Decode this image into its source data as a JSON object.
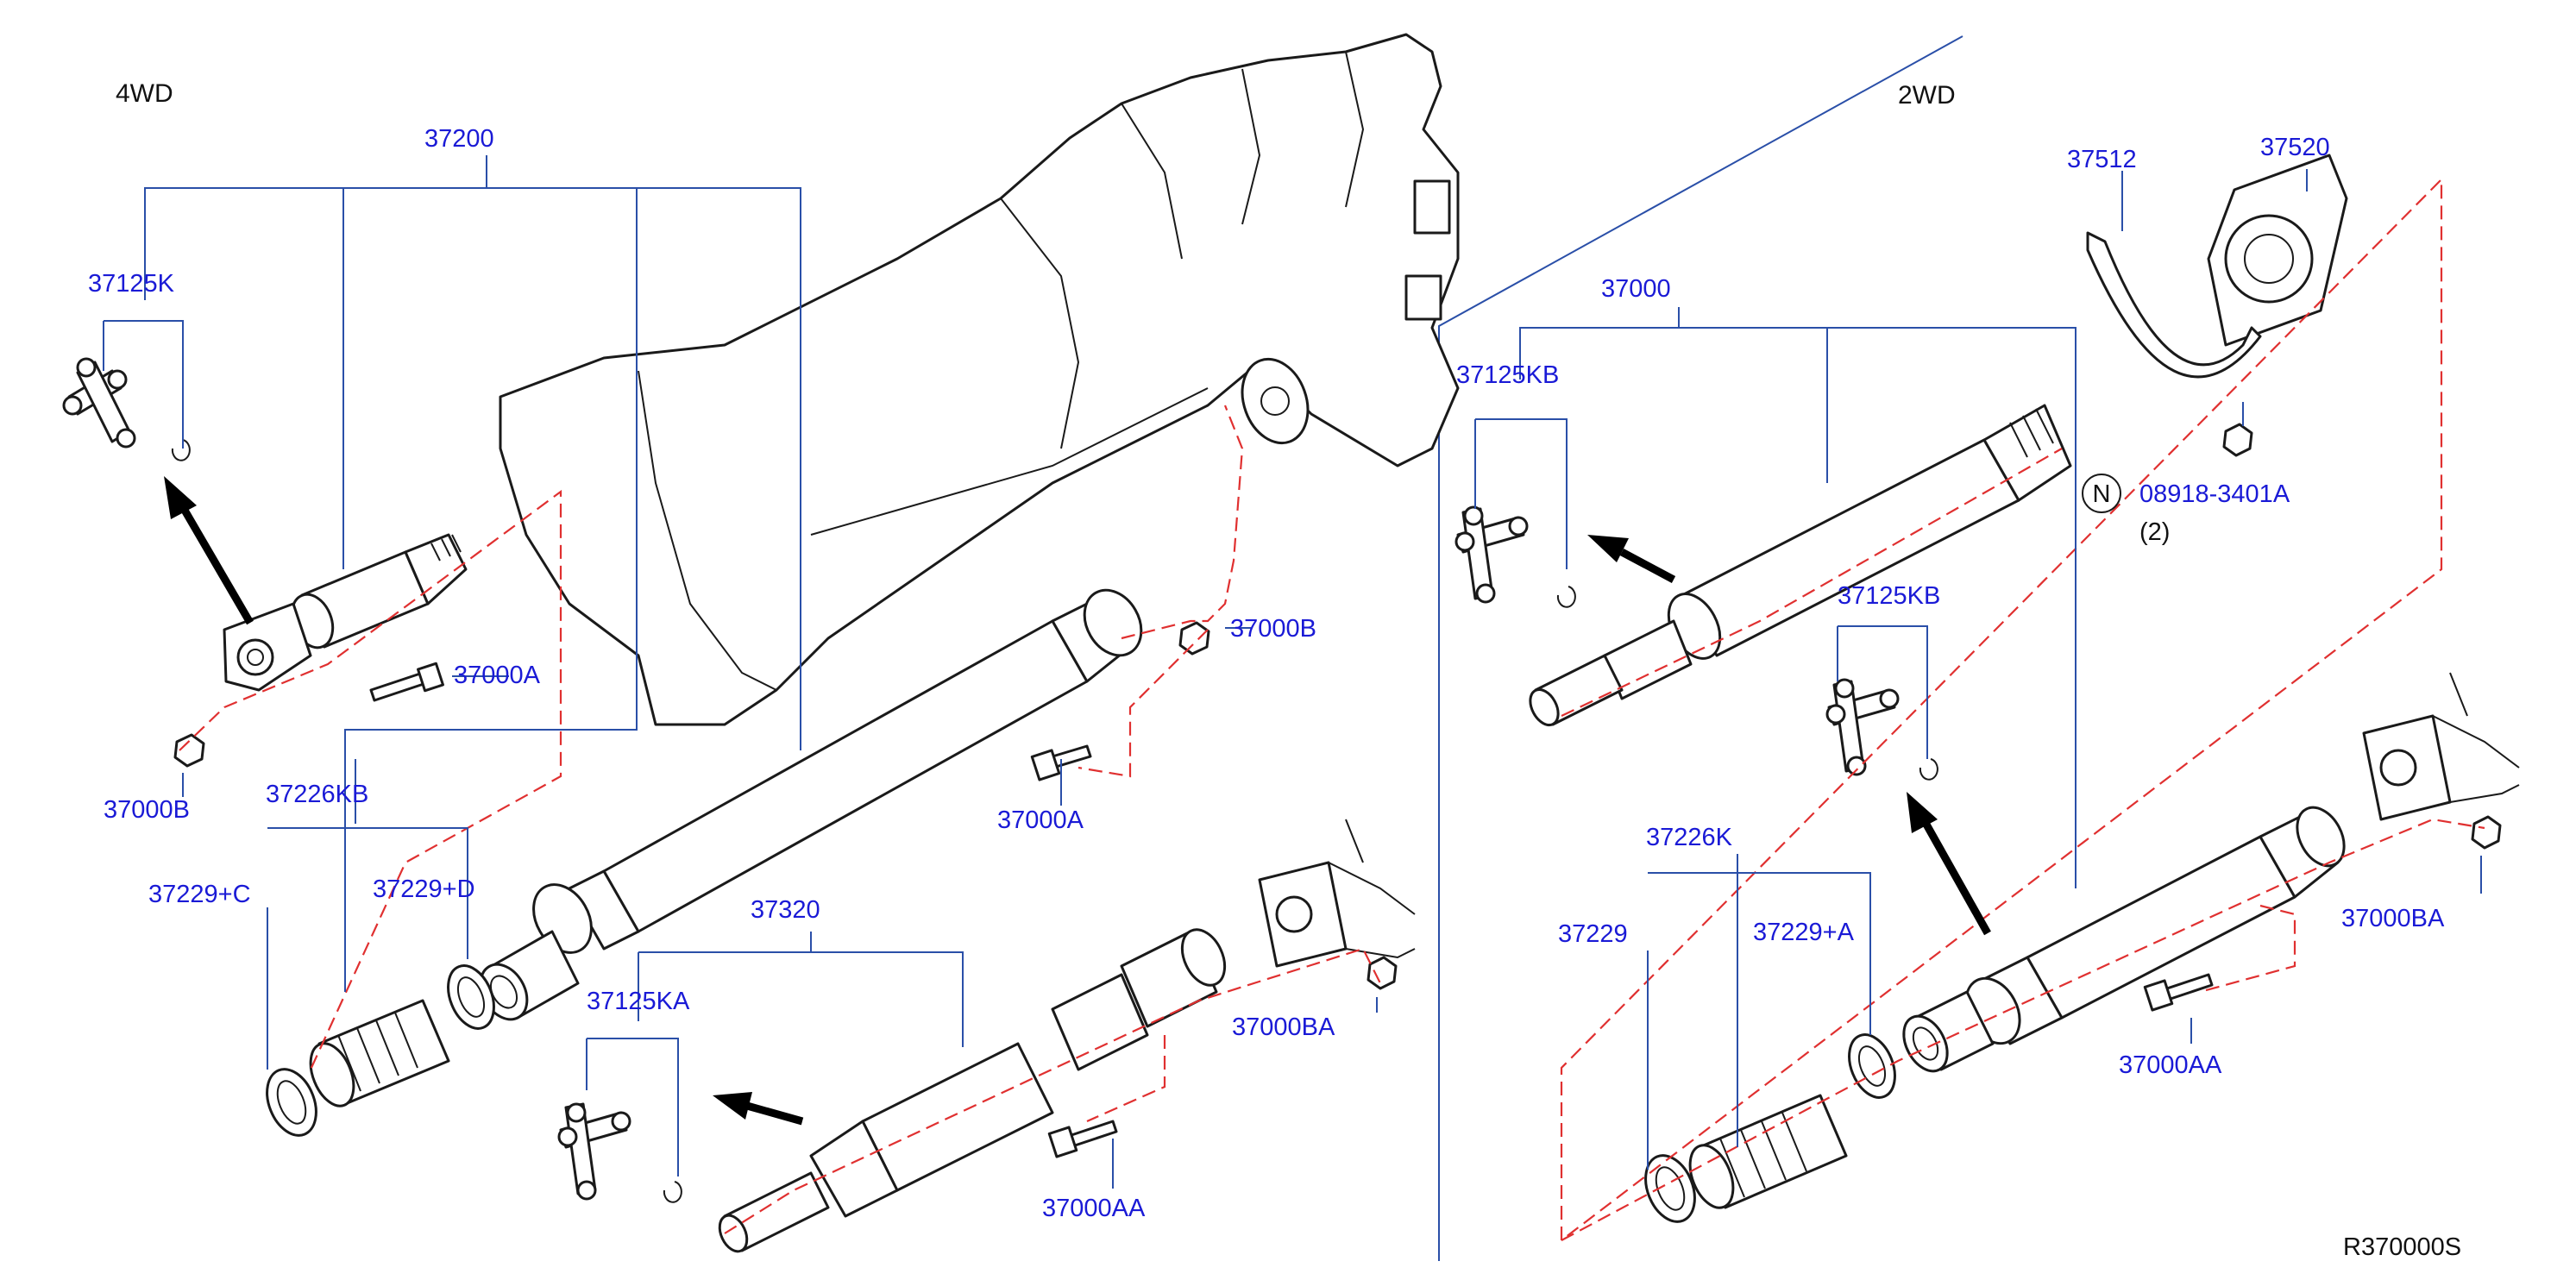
{
  "sections": {
    "left": "4WD",
    "right": "2WD"
  },
  "figure_id": "R370000S",
  "colors": {
    "label": "#1a1ad6",
    "leader": "#2a4fa8",
    "dashed": "#e03030",
    "outline": "#1a1a1a"
  },
  "labels_4wd": {
    "assy": "37200",
    "joint_kit": "37125K",
    "bolt_front": "37000A",
    "nut_front": "37000B",
    "boot_kit": "37226KB",
    "seal_c": "37229+C",
    "seal_d": "37229+D",
    "nut_rear_top": "37000B",
    "bolt_rear_top": "37000A",
    "rear_shaft": "37320",
    "joint_kit_rear": "37125KA",
    "nut_flange": "37000BA",
    "bolt_flange": "37000AA"
  },
  "labels_2wd": {
    "bracket": "37512",
    "bearing": "37520",
    "assy": "37000",
    "joint_kit_front": "37125KB",
    "nut_circle": "N",
    "nut_part": "08918-3401A",
    "nut_qty": "(2)",
    "joint_kit_center": "37125KB",
    "boot_kit": "37226K",
    "seal": "37229",
    "seal_a": "37229+A",
    "nut_flange": "37000BA",
    "bolt_flange": "37000AA"
  }
}
